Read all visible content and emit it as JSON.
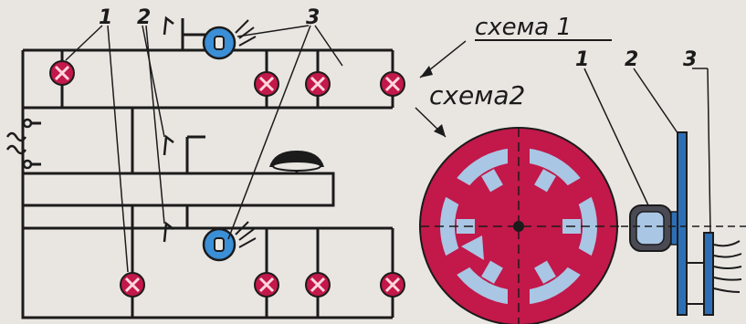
{
  "labels": {
    "scheme1": "схема 1",
    "scheme2": "схема2",
    "num_1_top": "1",
    "num_2_top": "2",
    "num_3_top": "3",
    "num_1_right": "1",
    "num_2_right": "2",
    "num_3_right": "3"
  },
  "colors": {
    "background": "#e9e6e2",
    "wire": "#1b1b1b",
    "lamp": "#c2184a",
    "photocell": "#3b8fd6",
    "disk": "#c2184a",
    "slot": "#a9c6e4",
    "spacer": "#2d6fb6",
    "bell": "#1b1b1b"
  },
  "icons": {
    "lamp": "lamp-icon",
    "photocell": "photocell-icon",
    "bell": "bell-icon",
    "ac_source": "ac-source-icon"
  }
}
